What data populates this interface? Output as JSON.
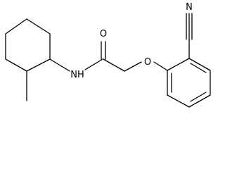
{
  "structure": {
    "atoms": {
      "nitrile_n": "N",
      "carbonyl_o": "O",
      "ether_o": "O",
      "amide_n": "NH"
    }
  }
}
